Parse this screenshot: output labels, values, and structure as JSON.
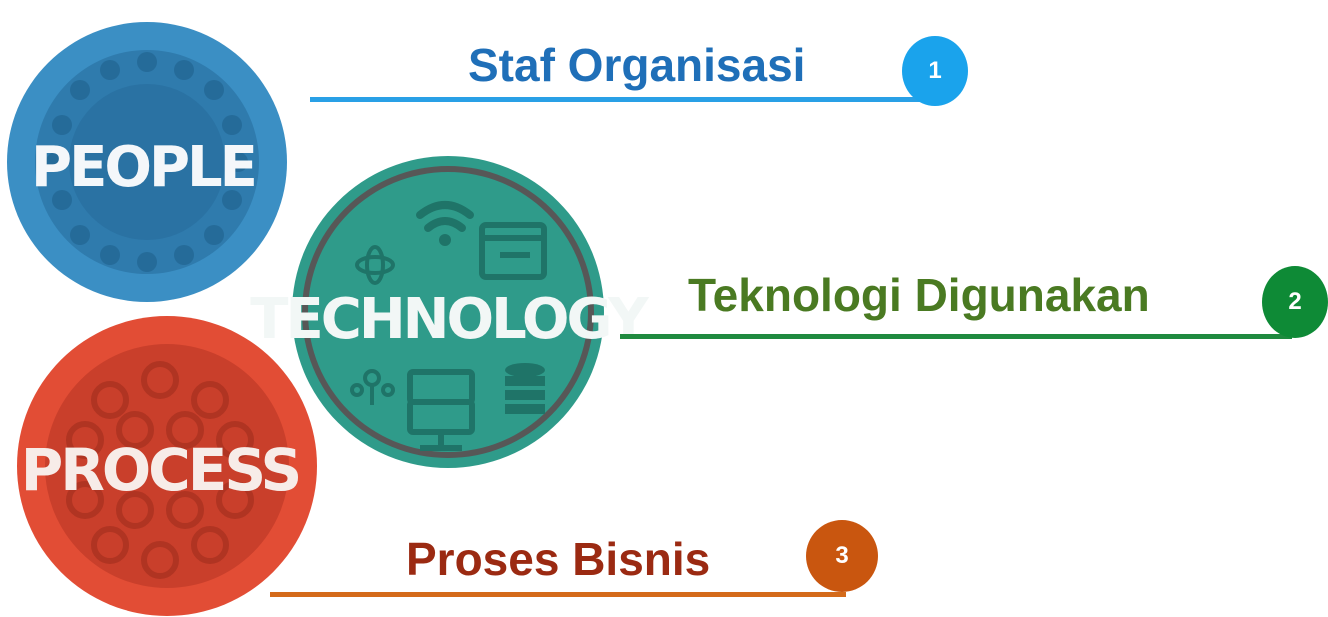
{
  "circles": {
    "people": {
      "label": "PEOPLE",
      "color": "#3b8fc4",
      "rim": "#2f7bad",
      "inner": "#256b99"
    },
    "technology": {
      "label": "TECHNOLOGY",
      "color": "#2f9b8a",
      "rim": "#26867a",
      "inner": "#1f7468"
    },
    "process": {
      "label": "PROCESS",
      "color": "#e24d35",
      "rim": "#c93f2b",
      "inner": "#b03422"
    }
  },
  "rows": {
    "staf": {
      "title": "Staf Organisasi",
      "number": "1",
      "text_color": "#1f6fb8",
      "line_color": "#29a0e6",
      "badge_color": "#1aa3ec"
    },
    "teknologi": {
      "title": "Teknologi Digunakan",
      "number": "2",
      "text_color": "#4a7a22",
      "line_color": "#1f8a3f",
      "badge_color": "#0e8a36"
    },
    "proses": {
      "title": "Proses Bisnis",
      "number": "3",
      "text_color": "#9b2a12",
      "line_color": "#d46a1a",
      "badge_color": "#c9560f"
    }
  }
}
